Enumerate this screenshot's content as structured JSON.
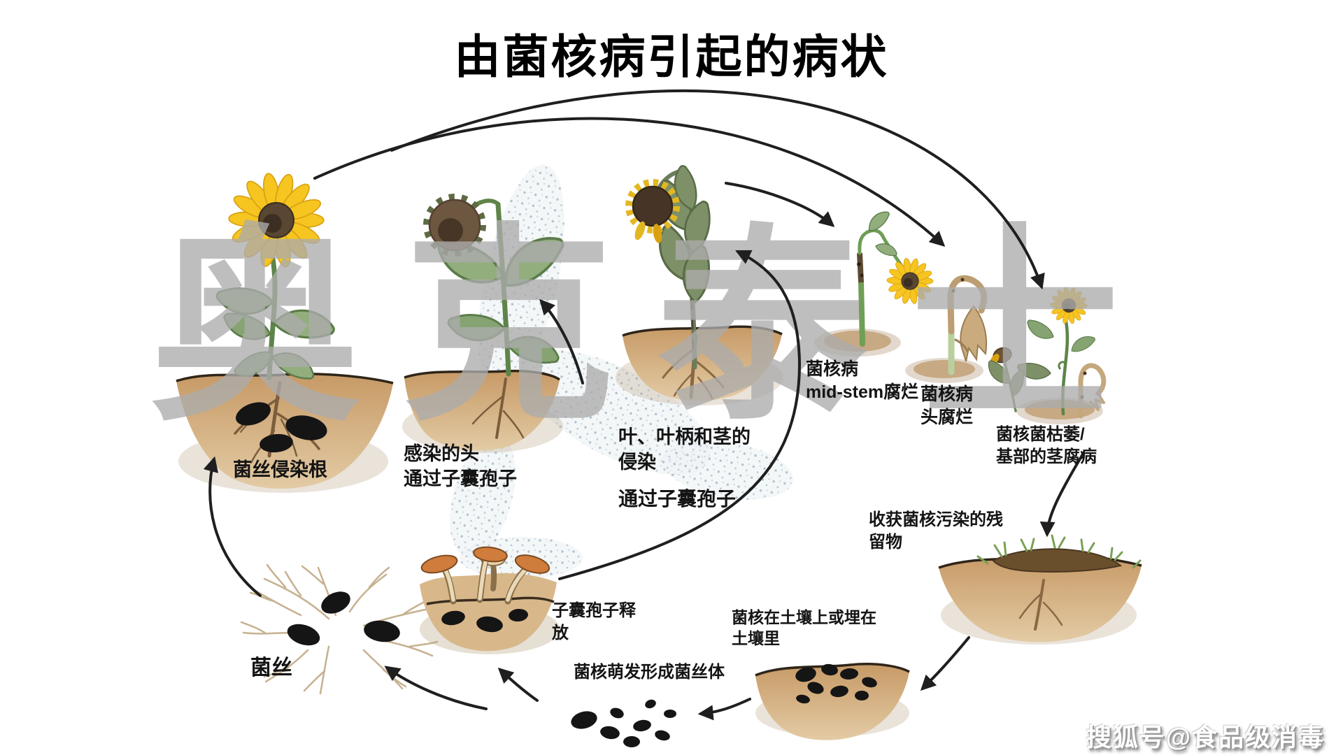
{
  "title": "由菌核病引起的病状",
  "watermark": {
    "brand": "奥克泰士",
    "credit": "搜狐号@食品级消毒"
  },
  "colors": {
    "soil": "#cfa473",
    "sclerotia": "#151515",
    "petal": "#f6c51f",
    "stem": "#5f8449",
    "arrow": "#1f1f1f",
    "watermark_gray": "#acacac",
    "apothecia_cap": "#cf7c3c"
  },
  "labels": {
    "root_infection": "菌丝侵染根",
    "infected_head": "感染的头\n通过子囊孢子",
    "leaf_infection": "叶、叶柄和茎的\n侵染",
    "via_ascospores": "通过子囊孢子",
    "mid_stem_rot": "菌核病\nmid-stem腐烂",
    "head_rot": "菌核病\n头腐烂",
    "wilt_basal_rot": "菌核菌枯萎/\n基部的茎腐病",
    "harvest_residue": "收获菌核污染的残\n留物",
    "sclerotia_soil": "菌核在土壤上或埋在\n土壤里",
    "ascospore_release": "子囊孢子释\n放",
    "germination": "菌核萌发形成菌丝体",
    "mycelium": "菌丝"
  }
}
